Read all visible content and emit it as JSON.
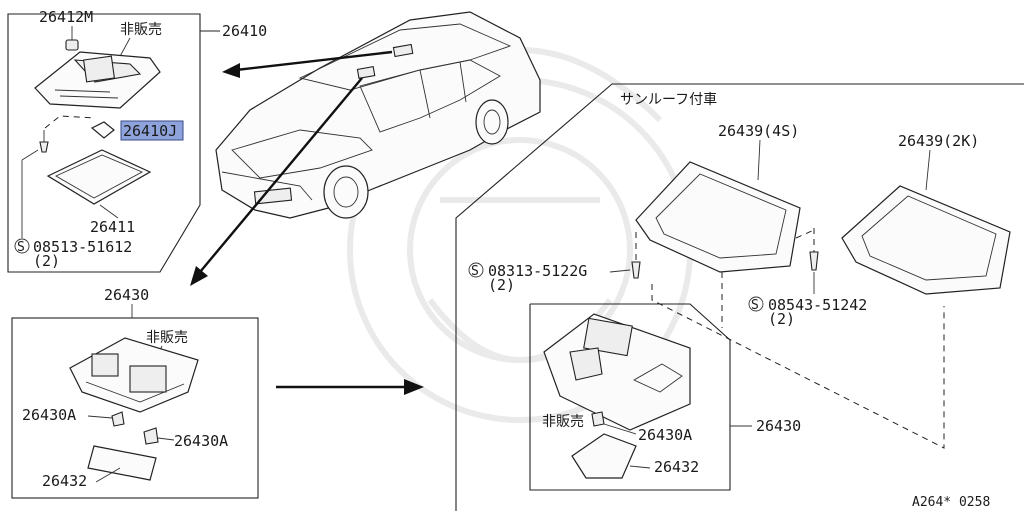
{
  "labels": {
    "p26412M": "26412M",
    "not_for_sale_1": "非販売",
    "p26410": "26410",
    "p26410J": "26410J",
    "p26411": "26411",
    "s08513": "08513-51612",
    "s08513_qty": "(2)",
    "p26430_top": "26430",
    "not_for_sale_2": "非販売",
    "p26430A_left": "26430A",
    "p26430A_right": "26430A",
    "p26432_left": "26432",
    "sunroof": "サンルーフ付車",
    "p26439_4S": "26439(4S)",
    "p26439_2K": "26439(2K)",
    "s08313": "08313-5122G",
    "s08313_qty": "(2)",
    "s08543": "08543-51242",
    "s08543_qty": "(2)",
    "not_for_sale_3": "非販売",
    "p26430A_right_panel": "26430A",
    "p26430_right": "26430",
    "p26432_right": "26432",
    "ref_code": "A264* 0258",
    "s_symbol": "S"
  },
  "highlight_color": "#8ea3dc",
  "line_color": "#222222"
}
